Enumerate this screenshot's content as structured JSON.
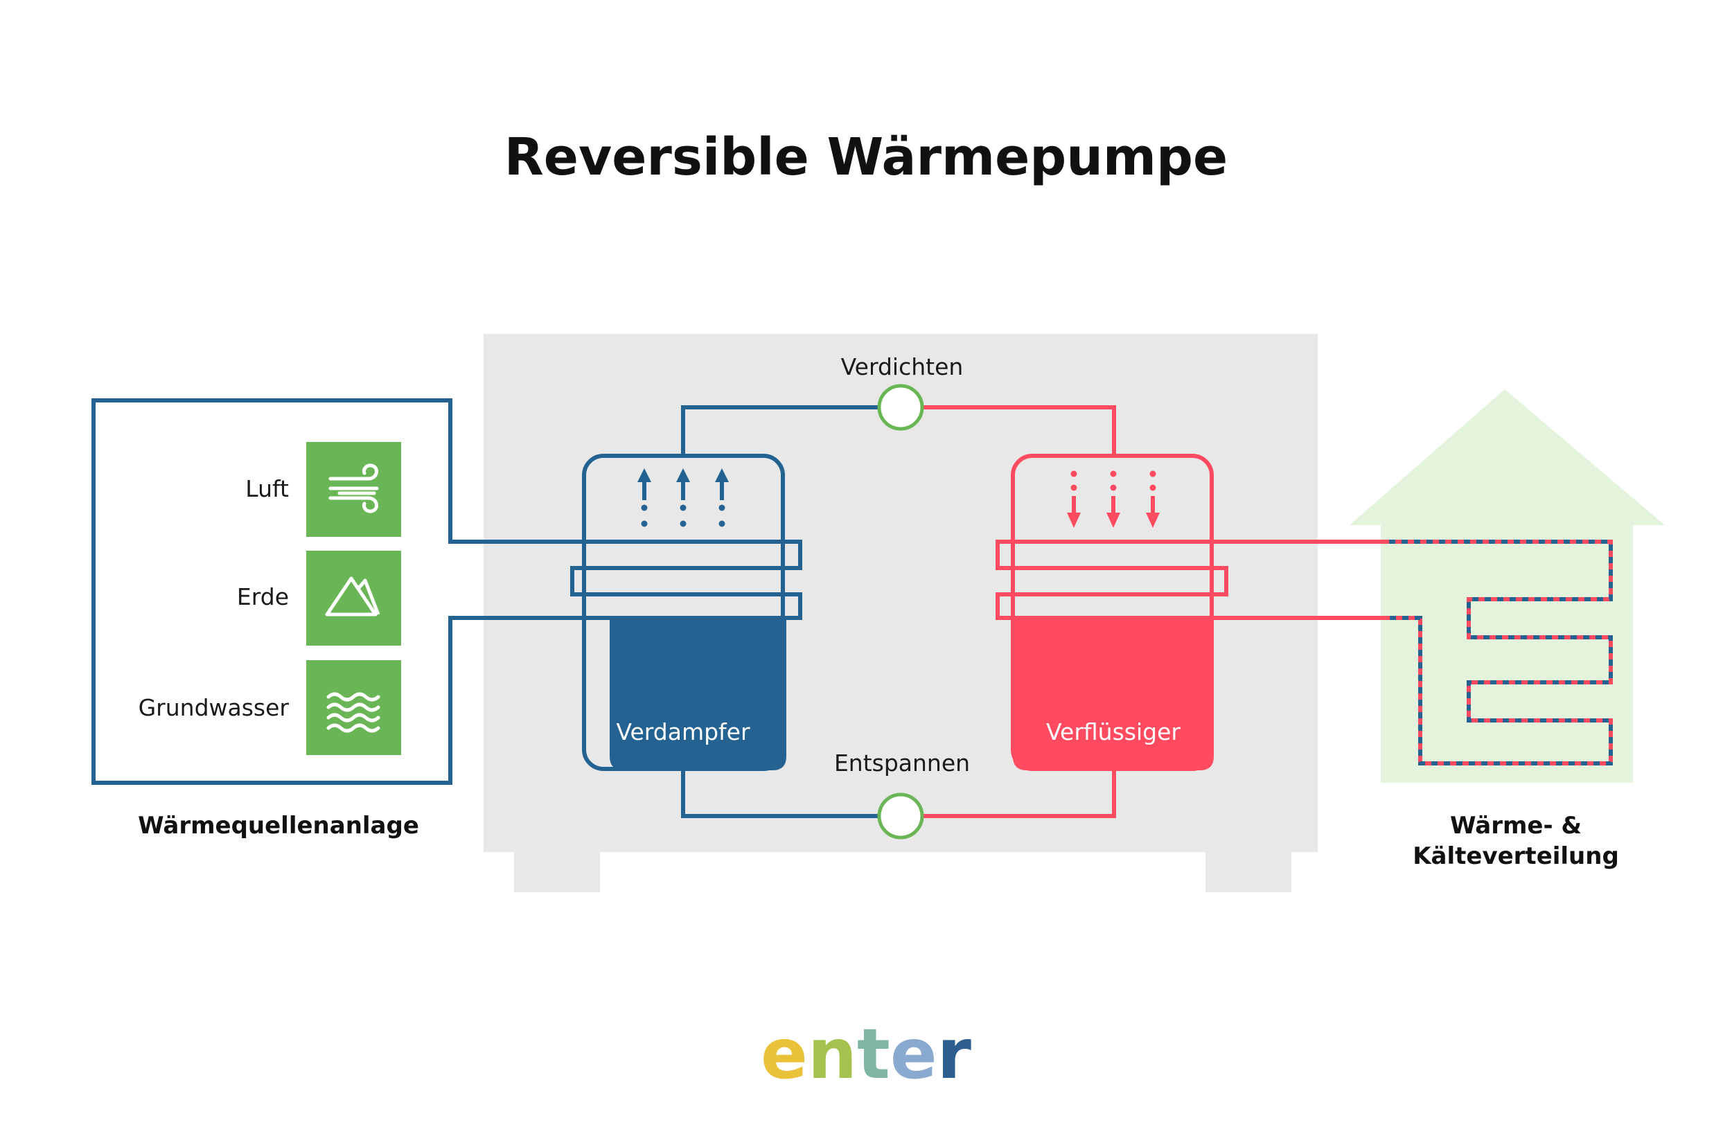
{
  "title": "Reversible Wärmepumpe",
  "source": {
    "heading": "Wärmequellenanlage",
    "items": [
      {
        "label": "Luft",
        "icon": "wind-icon"
      },
      {
        "label": "Erde",
        "icon": "mountain-icon"
      },
      {
        "label": "Grundwasser",
        "icon": "water-waves-icon"
      }
    ]
  },
  "cycle": {
    "compress": "Verdichten",
    "expand": "Entspannen",
    "evaporator": "Verdampfer",
    "condenser": "Verflüssiger"
  },
  "distribution": {
    "line1": "Wärme- &",
    "line2": "Kälteverteilung"
  },
  "logo": {
    "text": "enter",
    "letters": [
      "e",
      "n",
      "t",
      "e",
      "r"
    ]
  },
  "colors": {
    "blue": "#246391",
    "red": "#ff4a5f",
    "green": "#6ab556",
    "house": "#e4f4dc",
    "unit": "#e8e8e8",
    "logo": [
      "#e9c23a",
      "#a6c24e",
      "#7fb6a2",
      "#8aa9cf",
      "#2f5f8f"
    ]
  }
}
